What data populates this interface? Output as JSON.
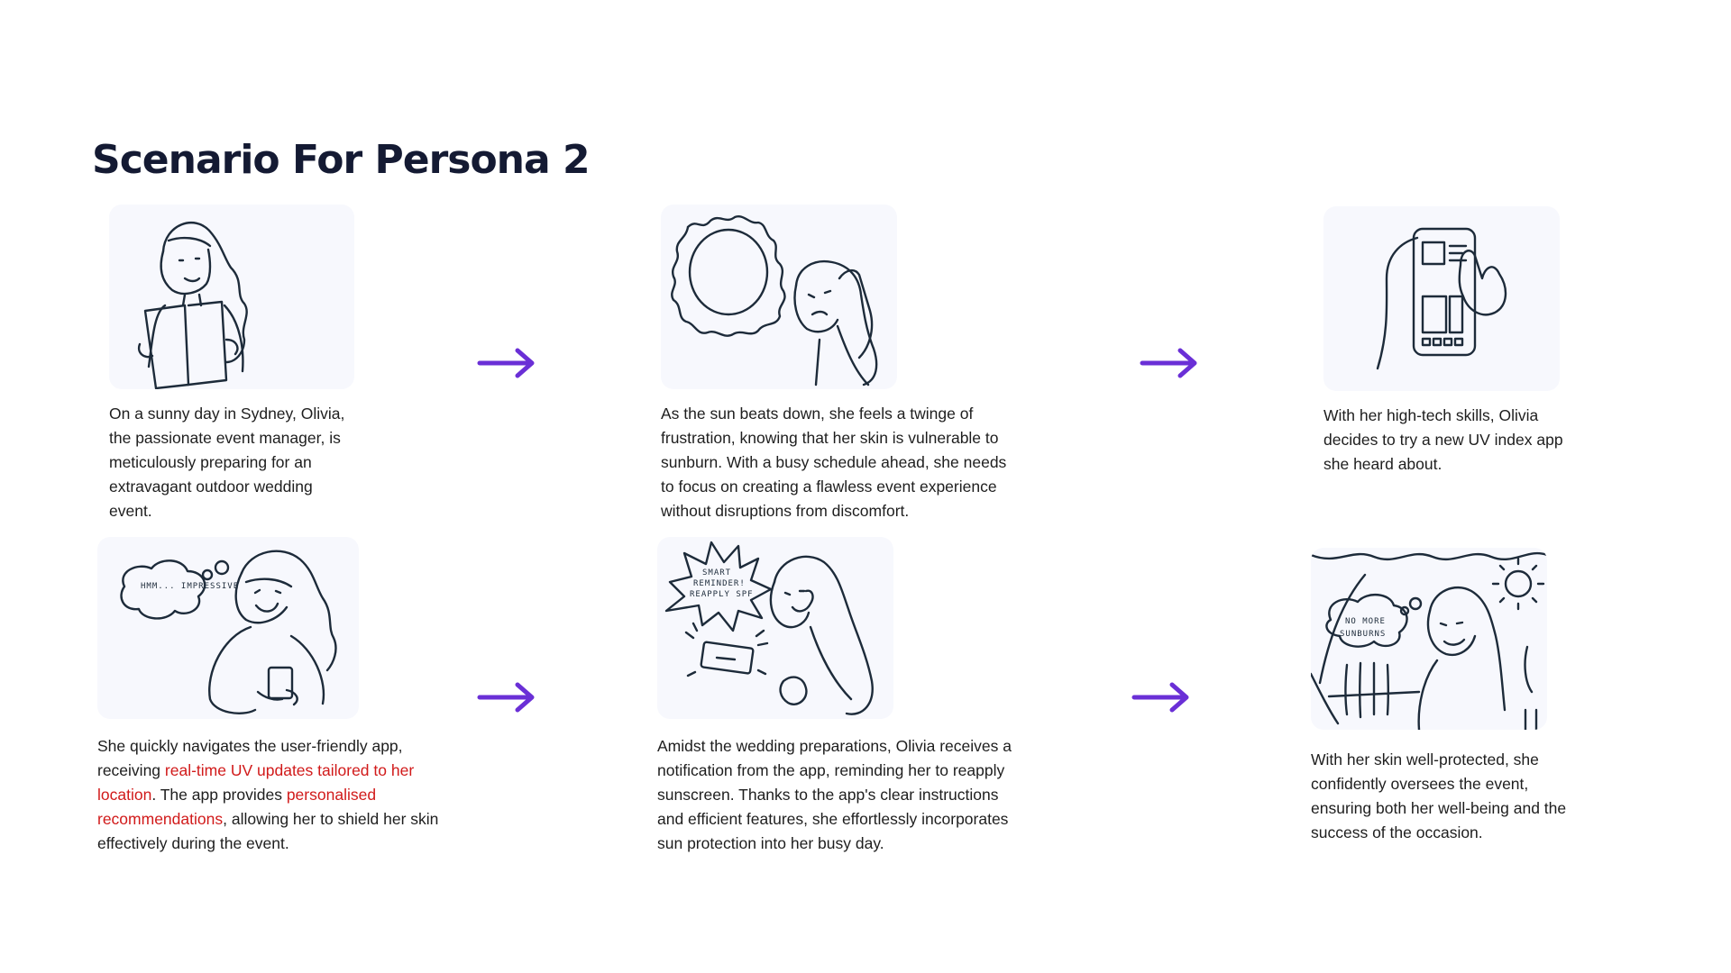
{
  "title": "Scenario For Persona 2",
  "colors": {
    "title": "#141a33",
    "arrow": "#6a2fd6",
    "highlight": "#d11a1a",
    "panel": "#f7f8fd"
  },
  "steps": [
    {
      "illustration": "woman-reading-plan",
      "caption": "On a sunny day in Sydney, Olivia, the passionate event manager, is meticulously preparing for an extravagant outdoor wedding event."
    },
    {
      "illustration": "sun-and-frustrated-woman",
      "caption": "As the sun beats down, she feels a twinge of frustration, knowing that her skin is vulnerable to sunburn. With a busy schedule ahead, she needs to focus on creating a flawless event experience without disruptions from discomfort."
    },
    {
      "illustration": "hand-holding-phone",
      "caption": "With her high-tech skills, Olivia decides to try a new UV index app she heard about."
    },
    {
      "illustration": "woman-with-phone-thinking",
      "bubble": "HMM... IMPRESSIVE",
      "caption_parts": {
        "a": "She quickly navigates the user-friendly app, receiving ",
        "b": "real-time UV updates tailored to her location",
        "c": ". The app provides ",
        "d": "personalised recommendations",
        "e": ", allowing her to shield her skin effectively during the event."
      }
    },
    {
      "illustration": "woman-applying-sunscreen",
      "bubble_lines": [
        "SMART",
        "REMINDER!",
        "REAPPLY SPF"
      ],
      "caption": "Amidst the wedding preparations, Olivia receives a notification from the app, reminding her to reapply sunscreen. Thanks to the app's clear instructions and efficient features, she effortlessly incorporates sun protection into her busy day."
    },
    {
      "illustration": "woman-under-tent",
      "bubble_lines": [
        "NO MORE",
        "SUNBURNS"
      ],
      "caption": "With her skin well-protected, she confidently oversees the event, ensuring both her well-being and the success of the occasion."
    }
  ]
}
